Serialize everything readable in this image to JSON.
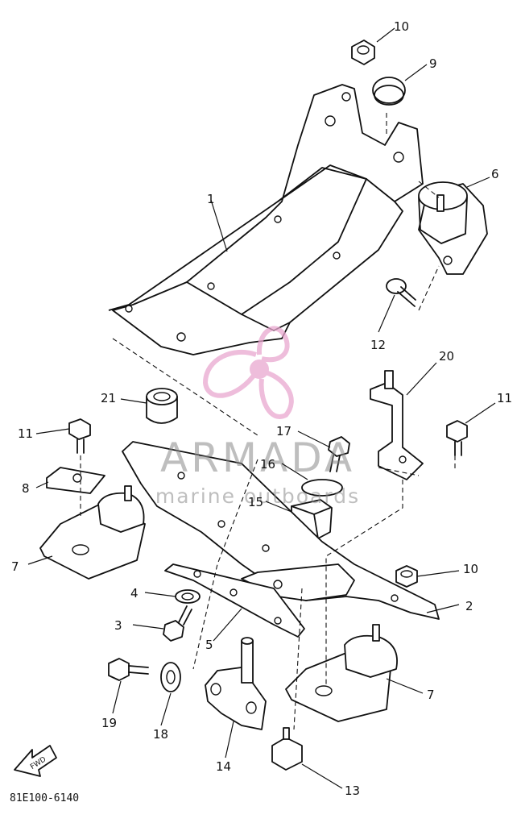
{
  "diagram_code": "81E100-6140",
  "fwd_label": "FWD",
  "watermark": {
    "brand": "ARMADA",
    "tagline": "marine outboards",
    "color": "#e9a7cf"
  },
  "callouts": [
    "1",
    "2",
    "3",
    "4",
    "5",
    "6",
    "7",
    "7",
    "8",
    "9",
    "10",
    "10",
    "11",
    "11",
    "12",
    "13",
    "14",
    "15",
    "16",
    "17",
    "18",
    "19",
    "20",
    "21"
  ]
}
